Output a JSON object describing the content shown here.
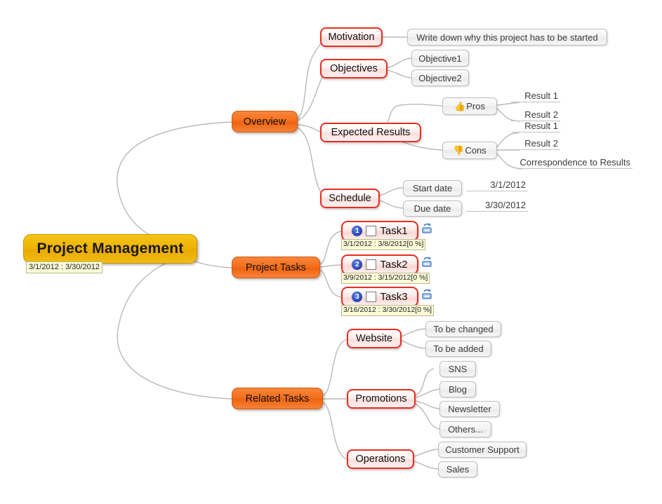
{
  "root": {
    "title": "Project Management",
    "date_label": "3/1/2012 : 3/30/2012"
  },
  "branches": [
    {
      "label": "Overview",
      "children": [
        {
          "label": "Motivation",
          "children": [
            {
              "label": "Write down why this project has to be started"
            }
          ]
        },
        {
          "label": "Objectives",
          "children": [
            {
              "label": "Objective1"
            },
            {
              "label": "Objective2"
            }
          ]
        },
        {
          "label": "Expected Results",
          "children": [
            {
              "label": "Pros",
              "icon": "thumbs-up-icon",
              "glyph": "👍",
              "children": [
                {
                  "label": "Result 1"
                },
                {
                  "label": "Result 2"
                }
              ]
            },
            {
              "label": "Cons",
              "icon": "thumbs-down-icon",
              "glyph": "👎",
              "children": [
                {
                  "label": "Result 1"
                },
                {
                  "label": "Result 2"
                },
                {
                  "label": "Correspondence to Results"
                }
              ]
            }
          ]
        },
        {
          "label": "Schedule",
          "children": [
            {
              "label": "Start date",
              "value": "3/1/2012"
            },
            {
              "label": "Due date",
              "value": "3/30/2012"
            }
          ]
        }
      ]
    },
    {
      "label": "Project Tasks",
      "tasks": [
        {
          "number": "1",
          "label": "Task1",
          "date_label": "3/1/2012 : 3/8/2012[0 %]",
          "icon": "task-deadline-icon"
        },
        {
          "number": "2",
          "label": "Task2",
          "date_label": "3/9/2012 : 3/15/2012[0 %]",
          "icon": "task-deadline-icon"
        },
        {
          "number": "3",
          "label": "Task3",
          "date_label": "3/16/2012 : 3/30/2012[0 %]",
          "icon": "task-deadline-icon"
        }
      ]
    },
    {
      "label": "Related Tasks",
      "children": [
        {
          "label": "Website",
          "children": [
            {
              "label": "To be changed"
            },
            {
              "label": "To be added"
            }
          ]
        },
        {
          "label": "Promotions",
          "children": [
            {
              "label": "SNS"
            },
            {
              "label": "Blog"
            },
            {
              "label": "Newsletter"
            },
            {
              "label": "Others..."
            }
          ]
        },
        {
          "label": "Operations",
          "children": [
            {
              "label": "Customer Support"
            },
            {
              "label": "Sales"
            }
          ]
        }
      ]
    }
  ],
  "colors": {
    "root_fill": "#eeb302",
    "level1_fill": "#f4701d",
    "level2_border": "#ee2b20",
    "level3_fill": "#f3f3f3",
    "date_badge_fill": "#fbfbd8",
    "connector": "#b9b9b9",
    "task_number_badge": "#2f4fbe"
  }
}
